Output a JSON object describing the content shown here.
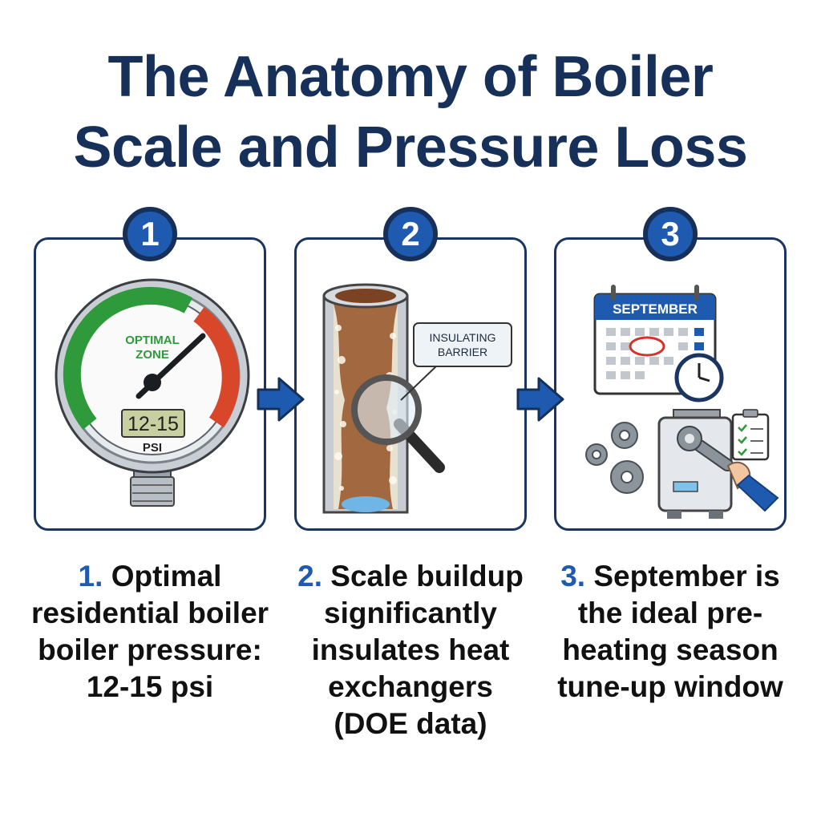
{
  "title": {
    "line1": "The Anatomy of Boiler",
    "line2": "Scale and Pressure Loss"
  },
  "steps": [
    {
      "badge": "1",
      "gauge": {
        "zone_line1": "OPTIMAL",
        "zone_line2": "ZONE",
        "display": "12-15",
        "unit": "PSI"
      },
      "caption_num": "1.",
      "caption_text": "Optimal residential boiler boiler pressure: 12-15 psi"
    },
    {
      "badge": "2",
      "callout_line1": "INSULATING",
      "callout_line2": "BARRIER",
      "caption_num": "2.",
      "caption_text": "Scale buildup significantly insulates heat exchangers (DOE data)"
    },
    {
      "badge": "3",
      "calendar_month": "SEPTEMBER",
      "caption_num": "3.",
      "caption_text": "September is the ideal pre-heating season tune-up window"
    }
  ],
  "icons": [
    "gauge-icon",
    "pipe-icon",
    "magnifier-icon",
    "calendar-icon",
    "clock-icon",
    "gear-icon",
    "boiler-icon",
    "wrench-icon",
    "clipboard-icon",
    "arrow-right-icon"
  ],
  "colors": {
    "navy": "#16305a",
    "accent_blue": "#1e5bb0",
    "gauge_green": "#2f9a3c",
    "gauge_red": "#d9472b",
    "scale_brown": "#9a5a34"
  }
}
